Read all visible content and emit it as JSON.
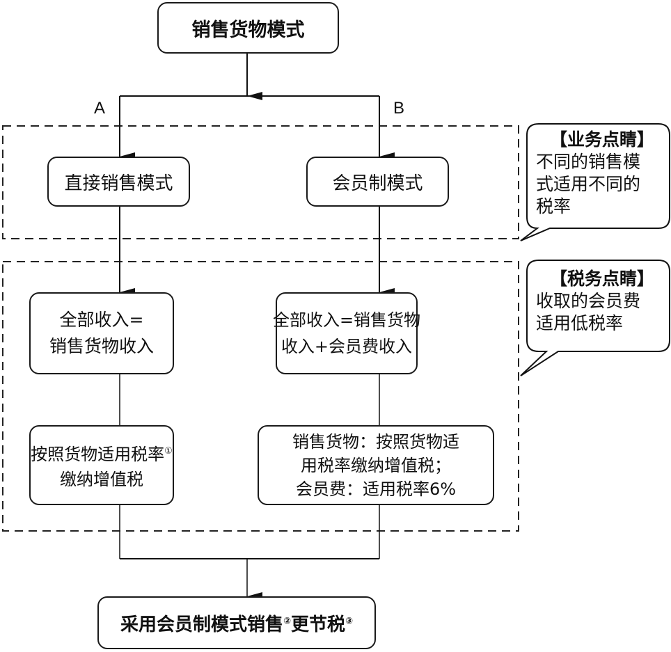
{
  "diagram": {
    "top": {
      "label": "销售货物模式"
    },
    "branch_labels": {
      "a": "A",
      "b": "B"
    },
    "branch_a": {
      "mode": "直接销售模式",
      "income": [
        "全部收入=",
        "销售货物收入"
      ],
      "tax": [
        "按照货物适用税率",
        "缴纳增值税"
      ],
      "tax_note": "①"
    },
    "branch_b": {
      "mode": "会员制模式",
      "income": [
        "全部收入=销售货物",
        "收入+会员费收入"
      ],
      "tax": [
        "销售货物：按照货物适",
        "用税率缴纳增值税；",
        "会员费：适用税率6%"
      ]
    },
    "result": {
      "part1": "采用会员制模式销售",
      "note1": "②",
      "part2": "更节税",
      "note2": "③"
    },
    "callouts": [
      {
        "title": "【业务点睛】",
        "lines": [
          "不同的销售模",
          "式适用不同的",
          "税率"
        ]
      },
      {
        "title": "【税务点睛】",
        "lines": [
          "收取的会员费",
          "适用低税率"
        ]
      }
    ]
  }
}
